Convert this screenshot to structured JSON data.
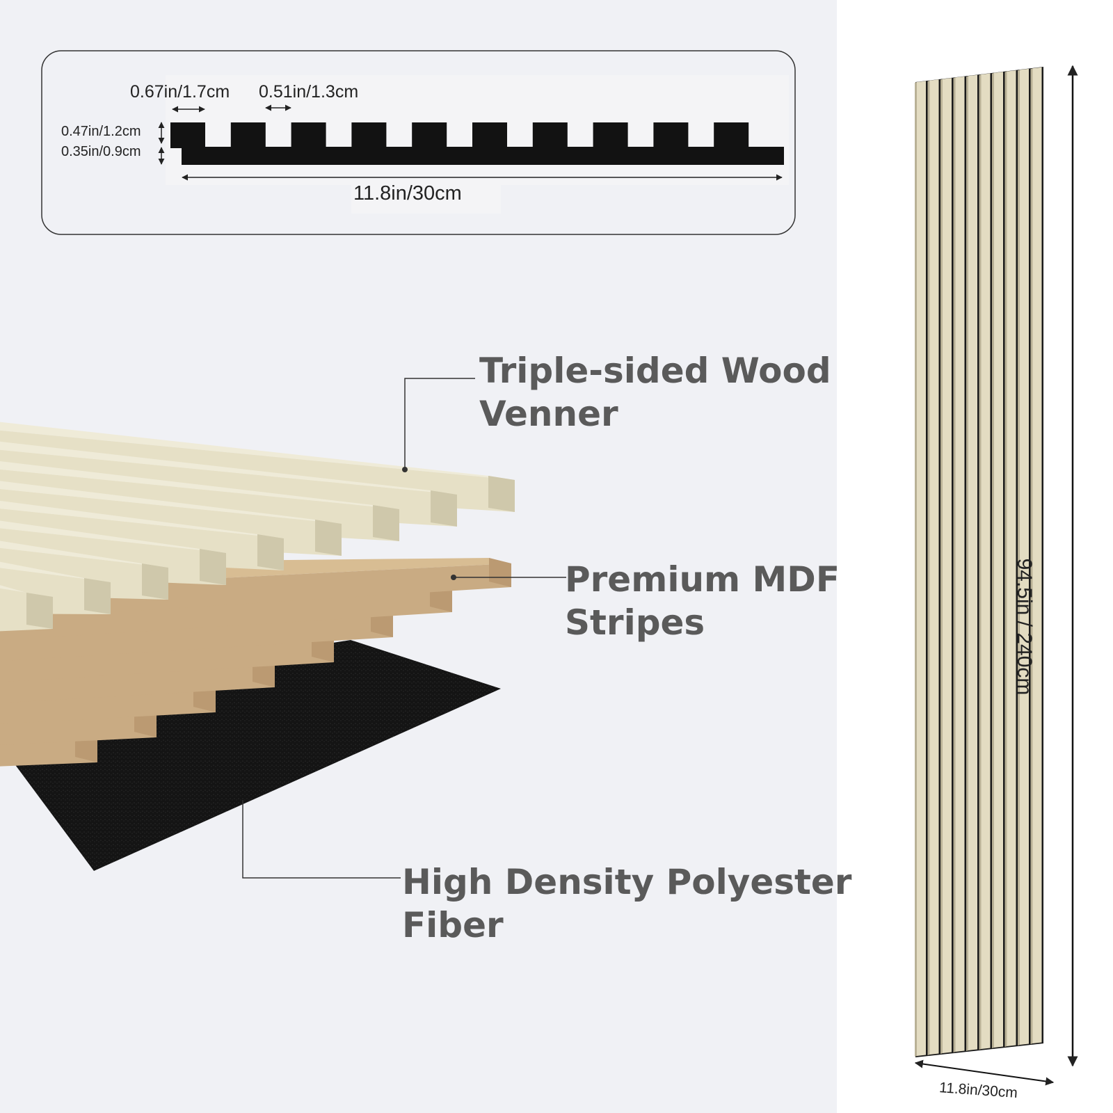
{
  "colors": {
    "panel_background": "#f0f1f5",
    "right_background": "#ffffff",
    "profile_fill": "#121212",
    "veneer": "#e6e0c6",
    "mdf": "#c9ab83",
    "felt": "#141414",
    "callout_text": "#5a5a5a"
  },
  "profile_diagram": {
    "slat_width": "0.67in/1.7cm",
    "gap_width": "0.51in/1.3cm",
    "slat_height": "0.47in/1.2cm",
    "base_thickness": "0.35in/0.9cm",
    "panel_width": "11.8in/30cm",
    "slat_count": 10
  },
  "layers": {
    "veneer_line1": "Triple-sided Wood",
    "veneer_line2": "Venner",
    "mdf_line1": "Premium MDF",
    "mdf_line2": "Stripes",
    "felt_line1": "High Density Polyester",
    "felt_line2": "Fiber"
  },
  "panel_view": {
    "height_label": "94.5in / 240cm",
    "width_label": "11.8in/30cm",
    "slat_count": 10
  }
}
